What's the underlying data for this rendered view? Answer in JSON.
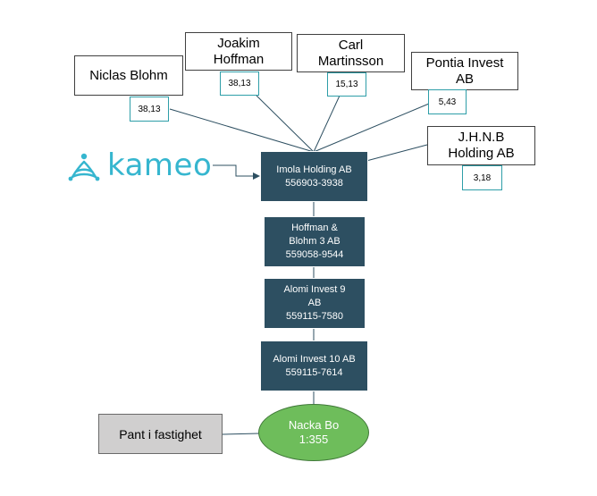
{
  "owners": [
    {
      "id": "niclas",
      "name": "Niclas Blohm",
      "share": "38,13"
    },
    {
      "id": "joakim",
      "name": "Joakim Hoffman",
      "share": "38,13"
    },
    {
      "id": "carl",
      "name": "Carl Martinsson",
      "share": "15,13"
    },
    {
      "id": "pontia",
      "name": "Pontia Invest AB",
      "share": "5,43"
    },
    {
      "id": "jhnb",
      "name": "J.H.N.B Holding AB",
      "share": "3,18"
    }
  ],
  "logo": {
    "text": "kameo",
    "icon": "kameo-logo-icon",
    "color": "#36b6cf"
  },
  "chain": [
    {
      "name": "Imola Holding AB",
      "orgnr": "556903-3938"
    },
    {
      "name": "Hoffman & Blohm 3 AB",
      "orgnr": "559058-9544"
    },
    {
      "name": "Alomi Invest 9 AB",
      "orgnr": "559115-7580"
    },
    {
      "name": "Alomi Invest 10 AB",
      "orgnr": "559115-7614"
    }
  ],
  "property": {
    "name": "Nacka Bo",
    "designation": "1:355"
  },
  "collateral": {
    "label": "Pant i fastighet"
  },
  "colors": {
    "company_fill": "#2d4f61",
    "share_border": "#2e9ea8",
    "property_fill": "#6ebd5b",
    "collateral_fill": "#d0cfcf",
    "connector": "#2d4f61"
  }
}
